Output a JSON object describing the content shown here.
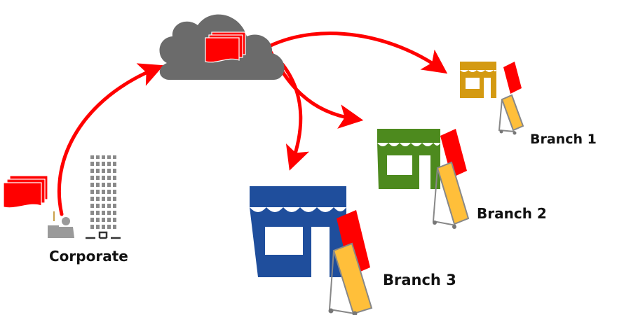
{
  "labels": {
    "corporate": "Corporate",
    "branch_1": "Branch 1",
    "branch_2": "Branch 2",
    "branch_3": "Branch 3"
  },
  "colors": {
    "arrow": "#ff0000",
    "cloud": "#6b6b6b",
    "content": "#ff0000",
    "branch_1_store": "#d49a12",
    "branch_2_store": "#4d8a1e",
    "branch_3_store": "#1f4e9c",
    "kiosk_screen": "#ffbf3a",
    "building": "#8a8a8a"
  },
  "icons": {
    "cloud": "cloud-icon",
    "content_stack": "content-stack-icon",
    "worker": "office-worker-icon",
    "building": "office-building-icon",
    "store": "storefront-icon",
    "kiosk": "digital-signage-kiosk-icon"
  }
}
